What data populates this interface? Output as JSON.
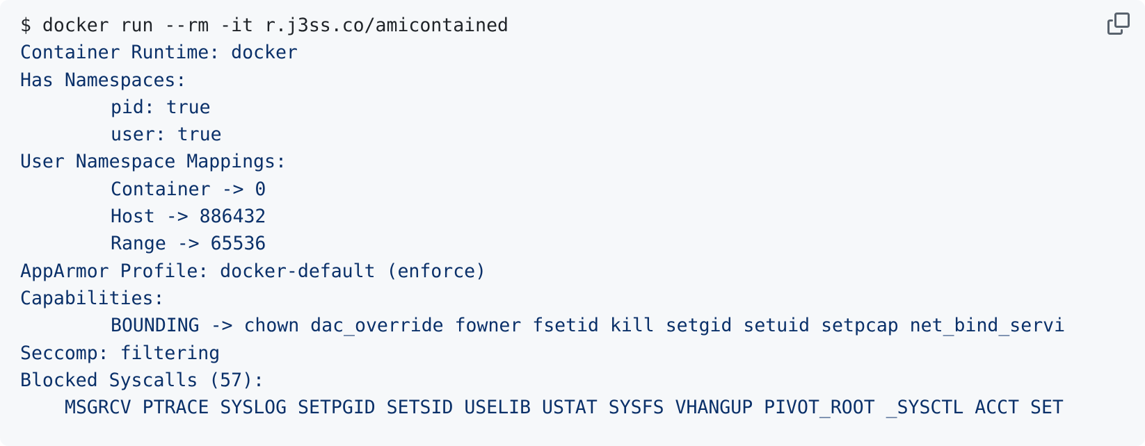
{
  "code_block": {
    "command": "$ docker run --rm -it r.j3ss.co/amicontained",
    "output": {
      "container_runtime": "Container Runtime: docker",
      "has_namespaces": "Has Namespaces:",
      "ns_pid": "pid: true",
      "ns_user": "user: true",
      "user_ns_mappings": "User Namespace Mappings:",
      "map_container": "Container -> 0",
      "map_host": "Host -> 886432",
      "map_range": "Range -> 65536",
      "apparmor": "AppArmor Profile: docker-default (enforce)",
      "capabilities": "Capabilities:",
      "bounding": "BOUNDING -> chown dac_override fowner fsetid kill setgid setuid setpcap net_bind_servi",
      "seccomp": "Seccomp: filtering",
      "blocked_syscalls": "Blocked Syscalls (57):",
      "syscalls_list": "MSGRCV PTRACE SYSLOG SETPGID SETSID USELIB USTAT SYSFS VHANGUP PIVOT_ROOT _SYSCTL ACCT SET"
    },
    "copy_icon": "copy-icon",
    "colors": {
      "background": "#f6f8fa",
      "command_text": "#1f2328",
      "output_text": "#0a3069",
      "icon": "#59636e"
    }
  }
}
